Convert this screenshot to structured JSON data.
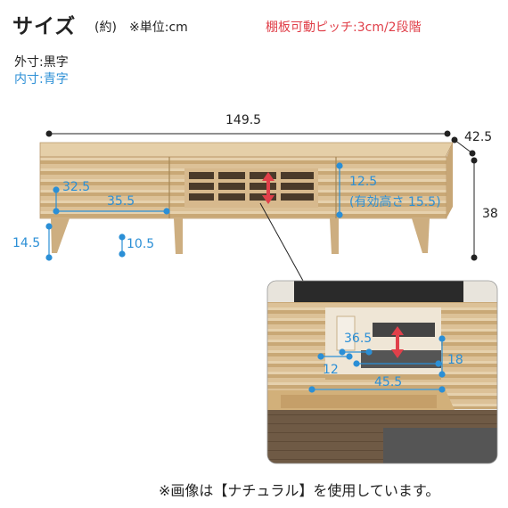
{
  "header": {
    "title": "サイズ",
    "title_sub": "(約)",
    "unit": "※単位:cm",
    "shelf_note": "棚板可動ピッチ:3cm/2段階"
  },
  "legend": {
    "outer": "外寸:黒字",
    "inner": "内寸:青字"
  },
  "dimensions": {
    "width": "149.5",
    "depth": "42.5",
    "height": "38",
    "inner_left_depth": "32.5",
    "inner_left_width": "35.5",
    "shelf_height": "12.5",
    "shelf_effective": "(有効高さ 15.5)",
    "leg_clearance": "14.5",
    "leg_height": "10.5",
    "inner_width_detail": "36.5",
    "inner_small_detail": "12",
    "inner_height_detail": "18",
    "inner_depth_detail": "45.5"
  },
  "footer": {
    "note": "※画像は【ナチュラル】を使用しています。"
  },
  "colors": {
    "blue": "#2b8fd6",
    "red": "#e0404a",
    "wood": "#d7b98d",
    "wood_dark": "#b8976a"
  }
}
